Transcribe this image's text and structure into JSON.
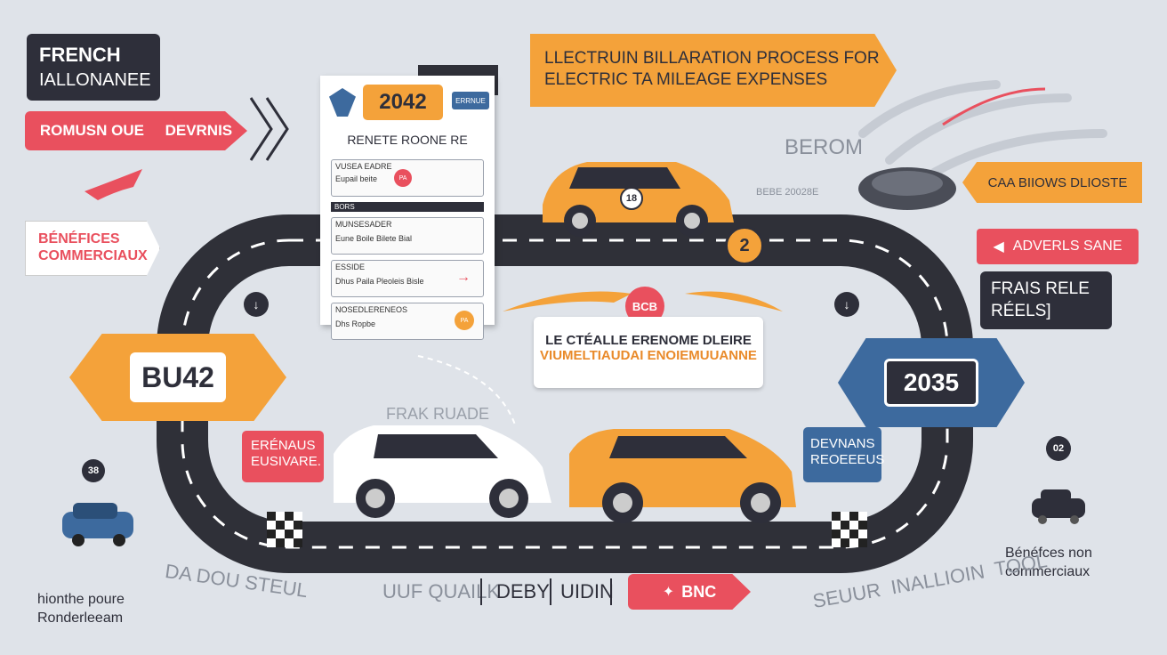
{
  "top_left": {
    "title_line1": "FRENCH",
    "title_line2": "IALLONANEE",
    "red_banner": "ROMUSN OUE     DEVRNIS"
  },
  "left_labels": {
    "benefits": "BÉNÉFICES\nCOMMERCIAUX",
    "bu42": "BU42",
    "erenaus": "ERÉNAUS\nEUSIVARE.",
    "badge_38": "38"
  },
  "bottom_left": {
    "line1": "hionthe poure",
    "line2": "Ronderleeam"
  },
  "top_banner": {
    "line1": "LLECTRUIN BILLARATION PROCESS FOR",
    "line2": "ELECTRIC TA MILEAGE EXPENSES"
  },
  "document": {
    "year": "2042",
    "tag": "ERRNUE",
    "title": "RENETE ROONE RE",
    "rows": [
      {
        "label": "VUSEA EADRE",
        "value": "Eupail beite",
        "stamp": "PA"
      },
      {
        "label": "MUNSESADER",
        "value": "Eune Boile Bilete Bial"
      },
      {
        "label": "ESSIDE",
        "value": "Dhus Paila Pleoleis Bisle"
      },
      {
        "label": "NOSEDLERENEOS",
        "value": "Dhs Ropbe",
        "stamp": "PA"
      }
    ],
    "section_label": "BORS"
  },
  "right_labels": {
    "berom": "BEROM",
    "small_text": "BEBE  20028E",
    "caa": "CAA BIIOWS DLIOSTE",
    "adverls": "ADVERLS SANE",
    "frais_line1": "FRAIS RELE",
    "frais_line2": "RÉELS]",
    "year_2035": "2035",
    "devnans": "DEVNANS\nREOEEEUS",
    "badge_02": "02"
  },
  "center": {
    "circle_tag": "BCB",
    "line1": "LE CTÉALLE ERENOME DLEIRE",
    "line2": "VIUMELTIAUDAI  ENOIEMUUANNE",
    "frak": "FRAK RUADE",
    "car_number": "18",
    "number_badge": "2"
  },
  "bottom_right": {
    "line1": "Bénéfces non",
    "line2": "commerciaux"
  },
  "bottom_strip": {
    "items": [
      "DA DOU STEUL",
      "UUF QUAILK",
      "DEBY",
      "UIDIN"
    ],
    "bnc": "BNC",
    "right_text": "SEUUR  INALLIOIN  TOOL"
  },
  "colors": {
    "orange": "#f4a23a",
    "red": "#e9505e",
    "blue": "#3d6a9e",
    "dark": "#2e2f3a",
    "road": "#2f3038"
  }
}
